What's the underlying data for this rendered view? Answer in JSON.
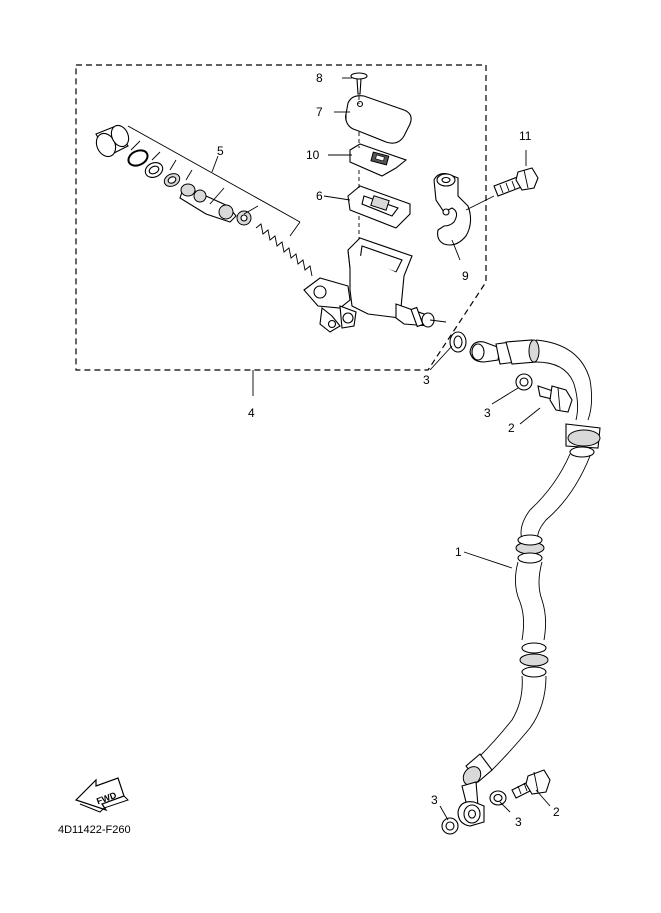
{
  "diagram": {
    "code": "4D11422-F260",
    "fwd_label": "FWD",
    "callouts": {
      "c1": "1",
      "c2a": "2",
      "c2b": "2",
      "c3a": "3",
      "c3b": "3",
      "c3c": "3",
      "c3d": "3",
      "c4": "4",
      "c5": "5",
      "c6": "6",
      "c7": "7",
      "c8": "8",
      "c9": "9",
      "c10": "10",
      "c11": "11"
    },
    "icons": {
      "fwd": "fwd-arrow-icon"
    }
  }
}
